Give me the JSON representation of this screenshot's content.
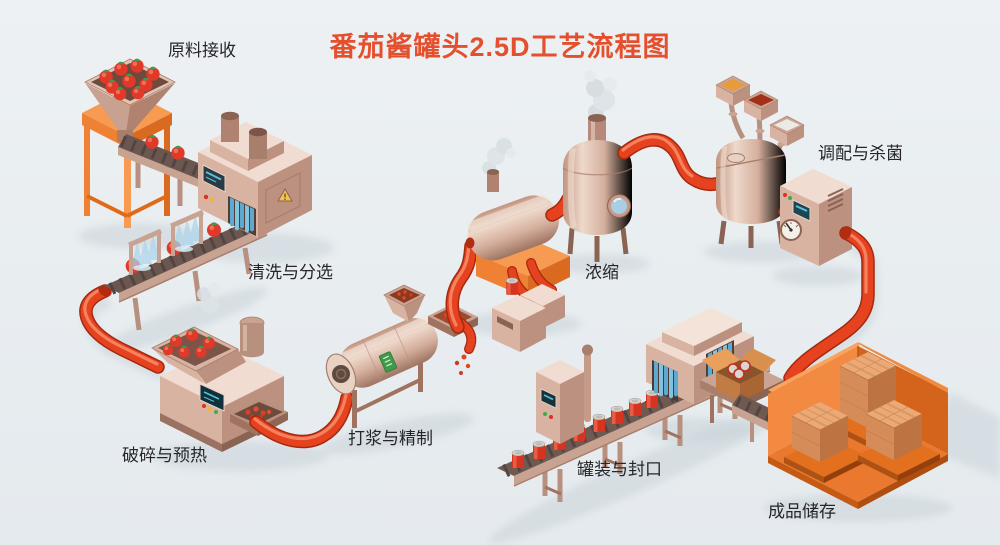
{
  "title": {
    "text": "番茄酱罐头2.5D工艺流程图",
    "color": "#e4502e"
  },
  "palette": {
    "background": "#e8edf0",
    "machine_light": "#f0dcd0",
    "machine_mid": "#d9b3a2",
    "machine_dark": "#a87e6c",
    "pipe_red": "#e6421f",
    "accent_orange": "#ef8135",
    "water_blue": "#6cb0d6",
    "tomato_red": "#e0392a",
    "carton_brown": "#d68c58",
    "label_text": "#26262a"
  },
  "stations": [
    {
      "id": "raw-material-receiving",
      "label": "原料接收"
    },
    {
      "id": "washing-sorting",
      "label": "清洗与分选"
    },
    {
      "id": "crushing-preheating",
      "label": "破碎与预热"
    },
    {
      "id": "pulping-refining",
      "label": "打浆与精制"
    },
    {
      "id": "concentration",
      "label": "浓缩"
    },
    {
      "id": "blending-sterilization",
      "label": "调配与杀菌"
    },
    {
      "id": "filling-sealing",
      "label": "罐装与封口"
    },
    {
      "id": "finished-storage",
      "label": "成品储存"
    }
  ]
}
